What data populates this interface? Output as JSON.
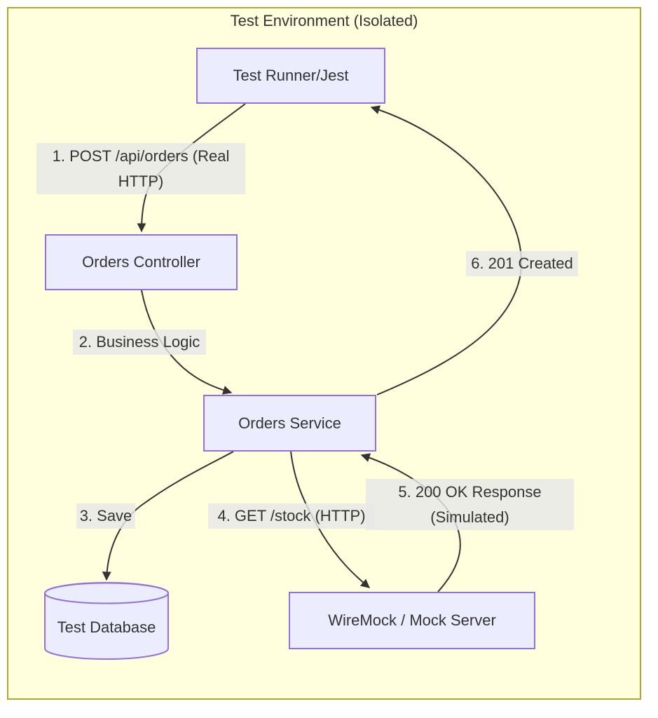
{
  "diagram": {
    "type": "flowchart",
    "container": {
      "title": "Test Environment (Isolated)"
    },
    "nodes": [
      {
        "id": "test-runner",
        "label": "Test Runner/Jest",
        "shape": "rectangle"
      },
      {
        "id": "orders-controller",
        "label": "Orders Controller",
        "shape": "rectangle"
      },
      {
        "id": "orders-service",
        "label": "Orders Service",
        "shape": "rectangle"
      },
      {
        "id": "test-database",
        "label": "Test Database",
        "shape": "cylinder"
      },
      {
        "id": "wiremock",
        "label": "WireMock / Mock Server",
        "shape": "rectangle"
      }
    ],
    "edges": [
      {
        "from": "test-runner",
        "to": "orders-controller",
        "label": "1. POST /api/orders (Real HTTP)"
      },
      {
        "from": "orders-controller",
        "to": "orders-service",
        "label": "2. Business Logic"
      },
      {
        "from": "orders-service",
        "to": "test-database",
        "label": "3. Save"
      },
      {
        "from": "orders-service",
        "to": "wiremock",
        "label": "4. GET /stock (HTTP)"
      },
      {
        "from": "wiremock",
        "to": "orders-service",
        "label": "5. 200 OK Response (Simulated)"
      },
      {
        "from": "orders-service",
        "to": "test-runner",
        "label": "6. 201 Created"
      }
    ],
    "colors": {
      "node_fill": "#ECECFF",
      "node_border": "#9370DB",
      "container_fill": "#FFFFDE",
      "container_border": "#AAAA33",
      "edge_line": "#333333",
      "edge_label_bg": "#E8E8E8",
      "text": "#333333"
    }
  }
}
